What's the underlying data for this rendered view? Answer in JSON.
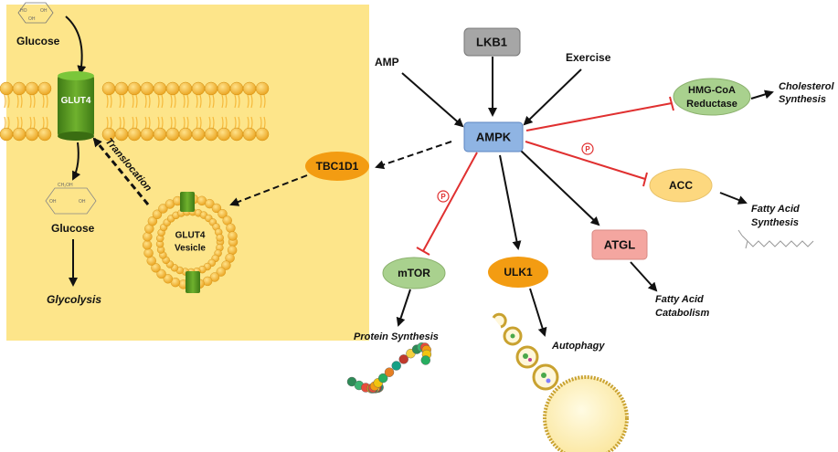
{
  "cell": {
    "glucose_top": "Glucose",
    "transporter": "GLUT4",
    "glucose_bottom": "Glucose",
    "glycolysis": "Glycolysis",
    "translocation": "Translocation",
    "vesicle_line1": "GLUT4",
    "vesicle_line2": "Vesicle"
  },
  "nodes": {
    "lkb1": "LKB1",
    "amp": "AMP",
    "exercise": "Exercise",
    "ampk": "AMPK",
    "tbc1d1": "TBC1D1",
    "hmgcoa_line1": "HMG-CoA",
    "hmgcoa_line2": "Reductase",
    "acc": "ACC",
    "mtor": "mTOR",
    "ulk1": "ULK1",
    "atgl": "ATGL"
  },
  "outcomes": {
    "cholesterol_line1": "Cholesterol",
    "cholesterol_line2": "Synthesis",
    "fa_synthesis_line1": "Fatty Acid",
    "fa_synthesis_line2": "Synthesis",
    "fa_catabolism_line1": "Fatty Acid",
    "fa_catabolism_line2": "Catabolism",
    "protein_synthesis": "Protein Synthesis",
    "autophagy": "Autophagy"
  },
  "phospho_marker": "P",
  "colors": {
    "cell_bg": "#fde58a",
    "lipid": "#f6b93b",
    "glut4": "#4d8f1c",
    "ampk": "#8fb4e3",
    "lkb1": "#a6a6a6",
    "tbc1d1": "#f39c12",
    "hmgcoa": "#a9d18e",
    "acc": "#fdd87f",
    "mtor": "#a9d18e",
    "ulk1": "#f39c12",
    "atgl": "#f4a6a0",
    "inhibit": "#e03030"
  }
}
